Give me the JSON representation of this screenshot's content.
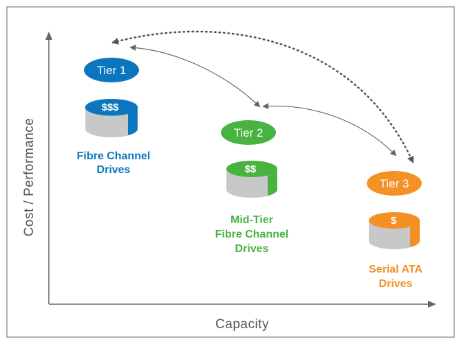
{
  "colors": {
    "tier1": "#0b76bd",
    "tier2": "#49b341",
    "tier3": "#f39124",
    "drum_body": "#c8c8c8",
    "drum_shade": "#a9a9a9",
    "axis": "#666666",
    "arrow": "#666666",
    "frame": "#999999"
  },
  "axes": {
    "x_label": "Capacity",
    "y_label": "Cost / Performance"
  },
  "tiers": [
    {
      "label": "Tier 1",
      "cost": "$$$",
      "drive_lines": [
        "Fibre Channel",
        "Drives"
      ]
    },
    {
      "label": "Tier 2",
      "cost": "$$",
      "drive_lines": [
        "Mid-Tier",
        "Fibre Channel",
        "Drives"
      ]
    },
    {
      "label": "Tier 3",
      "cost": "$",
      "drive_lines": [
        "Serial ATA",
        "Drives"
      ]
    }
  ]
}
